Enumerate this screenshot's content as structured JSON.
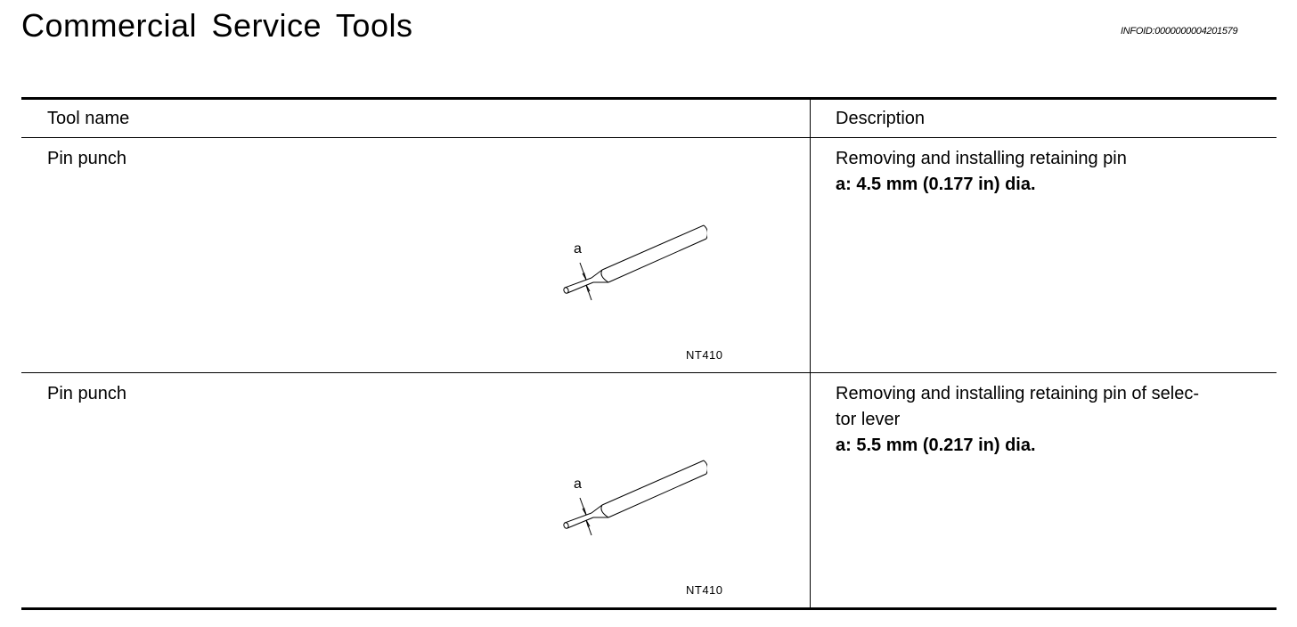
{
  "title": "Commercial Service Tools",
  "info_id": "INFOID:0000000004201579",
  "table": {
    "headers": {
      "tool_name": "Tool name",
      "description": "Description"
    },
    "rows": [
      {
        "tool_name": "Pin punch",
        "description": "Removing and installing retaining pin",
        "spec": "a: 4.5 mm (0.177 in) dia.",
        "figure_label": "NT410",
        "dimension_label": "a",
        "icon": "pin-punch-illustration"
      },
      {
        "tool_name": "Pin punch",
        "description": "Removing and installing retaining pin of selec-\ntor lever",
        "spec": "a: 5.5 mm (0.217 in) dia.",
        "figure_label": "NT410",
        "dimension_label": "a",
        "icon": "pin-punch-illustration"
      }
    ]
  }
}
